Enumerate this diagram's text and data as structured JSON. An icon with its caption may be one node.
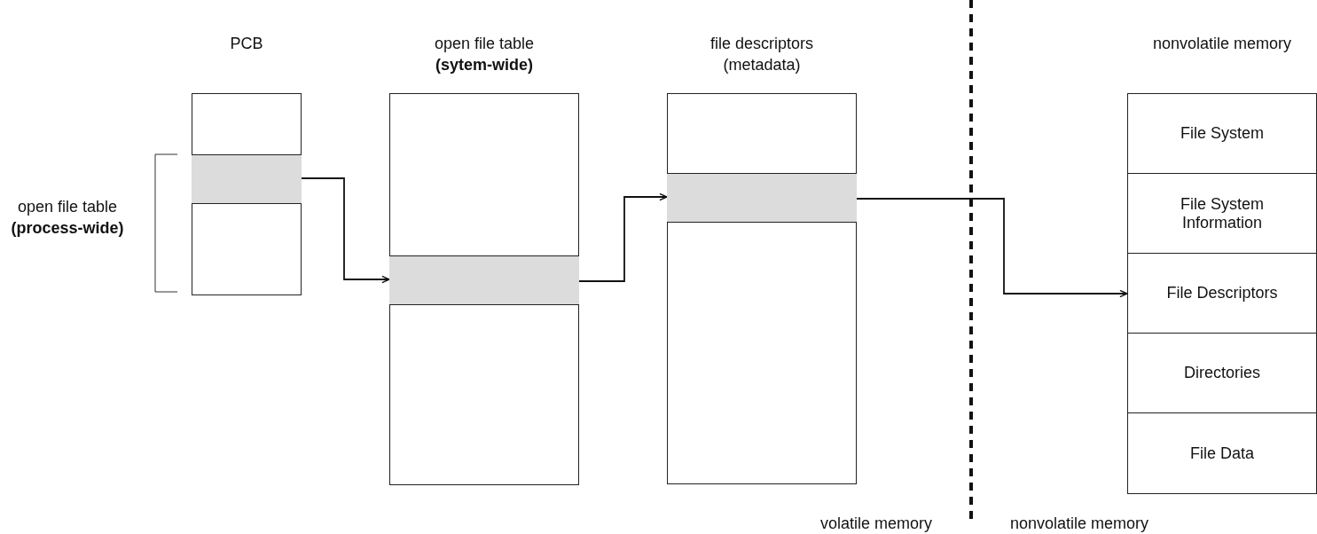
{
  "diagram": {
    "nodes": [
      {
        "text": [
          "PCB"
        ]
      },
      {
        "text": [],
        "shape": "bar",
        "in": 0
      },
      {
        "text": [
          "open file table",
          "(sytem-wide)"
        ]
      },
      {
        "text": [],
        "shape": "bar",
        "in": 2
      },
      {
        "text": [
          "file descriptors",
          "(metadata)"
        ]
      },
      {
        "text": [],
        "shape": "bar",
        "in": 4
      },
      {
        "text": [
          "nonvolatile memory"
        ]
      },
      {
        "text": [
          "File System"
        ],
        "in": 6
      },
      {
        "text": [
          "File System Information"
        ],
        "in": 6
      },
      {
        "text": [
          "File Descriptors"
        ],
        "in": 6
      },
      {
        "text": [
          "Directories"
        ],
        "in": 6
      },
      {
        "text": [
          "File Data"
        ],
        "in": 6
      }
    ],
    "edges": [
      {
        "from": 1,
        "to": 3,
        "arrow": "to"
      },
      {
        "from": 3,
        "to": 5,
        "arrow": "to"
      },
      {
        "from": 5,
        "to": 9,
        "arrow": "to"
      }
    ],
    "labels": [
      "open file table",
      "(process-wide)",
      "volatile memory",
      "nonvolatile memory"
    ]
  }
}
